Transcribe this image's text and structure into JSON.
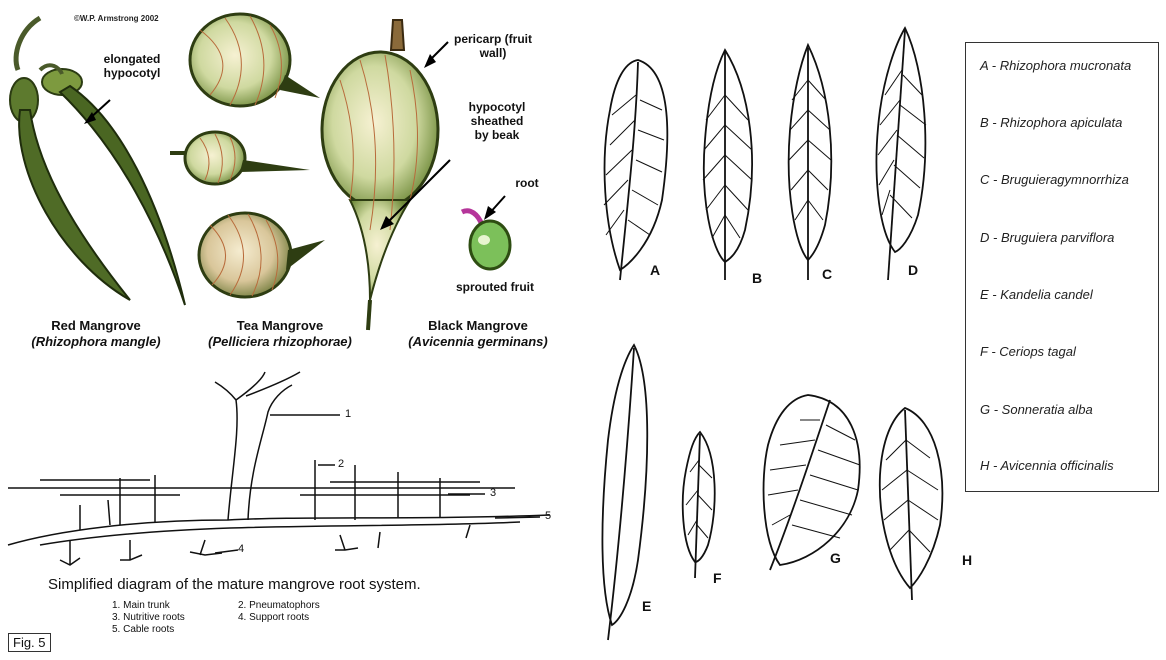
{
  "credit": "©W.P. Armstrong 2002",
  "fruits": {
    "labels": {
      "hypocotyl": "elongated hypocotyl",
      "pericarp": "pericarp (fruit wall)",
      "beak": "hypocotyl sheathed by beak",
      "root": "root",
      "sprouted": "sprouted fruit"
    },
    "captions": [
      {
        "name": "Red Mangrove",
        "sci": "(Rhizophora mangle)"
      },
      {
        "name": "Tea Mangrove",
        "sci": "(Pelliciera rhizophorae)"
      },
      {
        "name": "Black Mangrove",
        "sci": "(Avicennia germinans)"
      }
    ]
  },
  "root_diagram": {
    "numbers": [
      "1",
      "2",
      "3",
      "4",
      "5"
    ],
    "caption": "Simplified diagram of the mature mangrove root system.",
    "legend": [
      "1. Main trunk",
      "2. Pneumatophors",
      "3. Nutritive roots",
      "4. Support roots",
      "5. Cable roots"
    ],
    "fig_label": "Fig. 5"
  },
  "leaves": {
    "letters": [
      "A",
      "B",
      "C",
      "D",
      "E",
      "F",
      "G",
      "H"
    ],
    "legend": [
      "A - Rhizophora mucronata",
      "B - Rhizophora apiculata",
      "C - Bruguieragymnorrhiza",
      "D - Bruguiera parviflora",
      "E - Kandelia candel",
      "F - Ceriops tagal",
      "G - Sonneratia alba",
      "H - Avicennia officinalis"
    ]
  }
}
